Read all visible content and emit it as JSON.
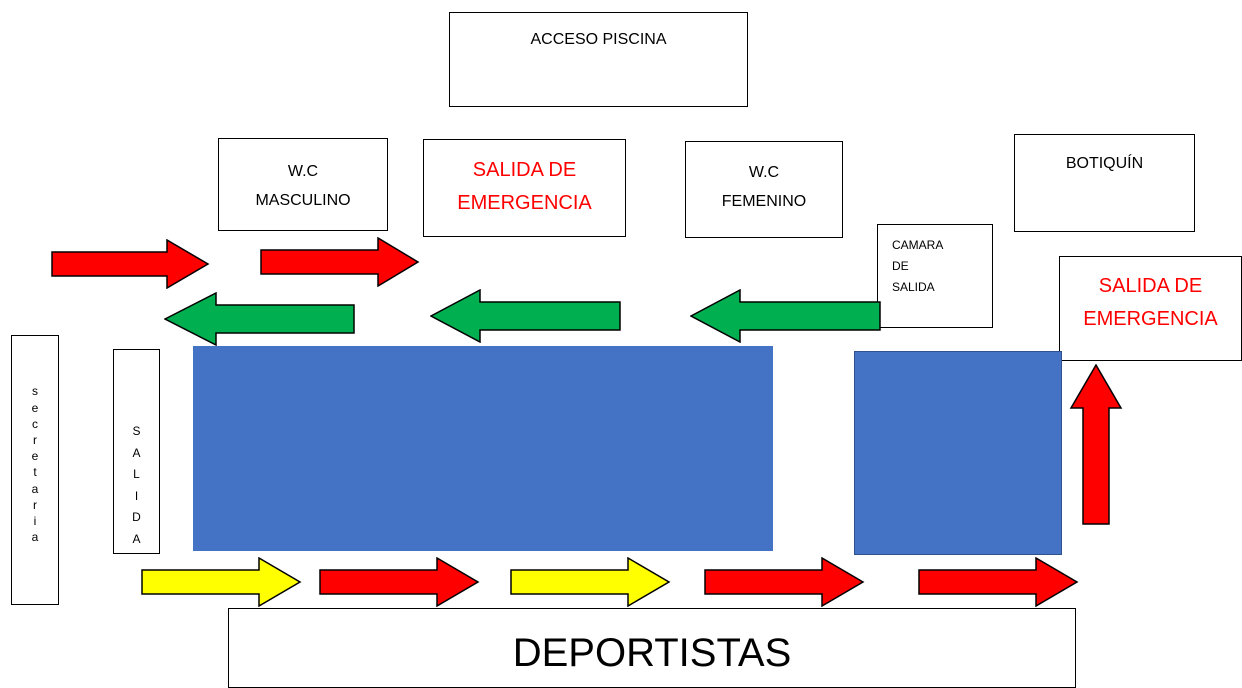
{
  "labels": {
    "acceso_piscina": "ACCESO PISCINA",
    "wc_masculino": "W.C\nMASCULINO",
    "salida_emergencia_top": "SALIDA DE\nEMERGENCIA",
    "wc_femenino": "W.C\nFEMENINO",
    "botiquin": "BOTIQUÍN",
    "camara_salida": "CAMARA\nDE\nSALIDA",
    "salida_emergencia_right": "SALIDA DE\nEMERGENCIA",
    "secretaria": "s\ne\nc\nr\ne\nt\na\nr\ni\na",
    "salida": "S\nA\nL\nI\nD\nA",
    "deportistas": "DEPORTISTAS"
  },
  "colors": {
    "pool": "#4472c4",
    "arrow_red": "#ff0000",
    "arrow_green": "#00b050",
    "arrow_yellow": "#ffff00",
    "emergency_text": "#ff0000"
  },
  "arrows": [
    {
      "id": "red-top-1",
      "color": "red",
      "direction": "right"
    },
    {
      "id": "red-top-2",
      "color": "red",
      "direction": "right"
    },
    {
      "id": "green-1",
      "color": "green",
      "direction": "left"
    },
    {
      "id": "green-2",
      "color": "green",
      "direction": "left"
    },
    {
      "id": "green-3",
      "color": "green",
      "direction": "left"
    },
    {
      "id": "yellow-1",
      "color": "yellow",
      "direction": "right"
    },
    {
      "id": "red-bottom-1",
      "color": "red",
      "direction": "right"
    },
    {
      "id": "yellow-2",
      "color": "yellow",
      "direction": "right"
    },
    {
      "id": "red-bottom-2",
      "color": "red",
      "direction": "right"
    },
    {
      "id": "red-bottom-3",
      "color": "red",
      "direction": "right"
    },
    {
      "id": "red-up",
      "color": "red",
      "direction": "up"
    }
  ]
}
